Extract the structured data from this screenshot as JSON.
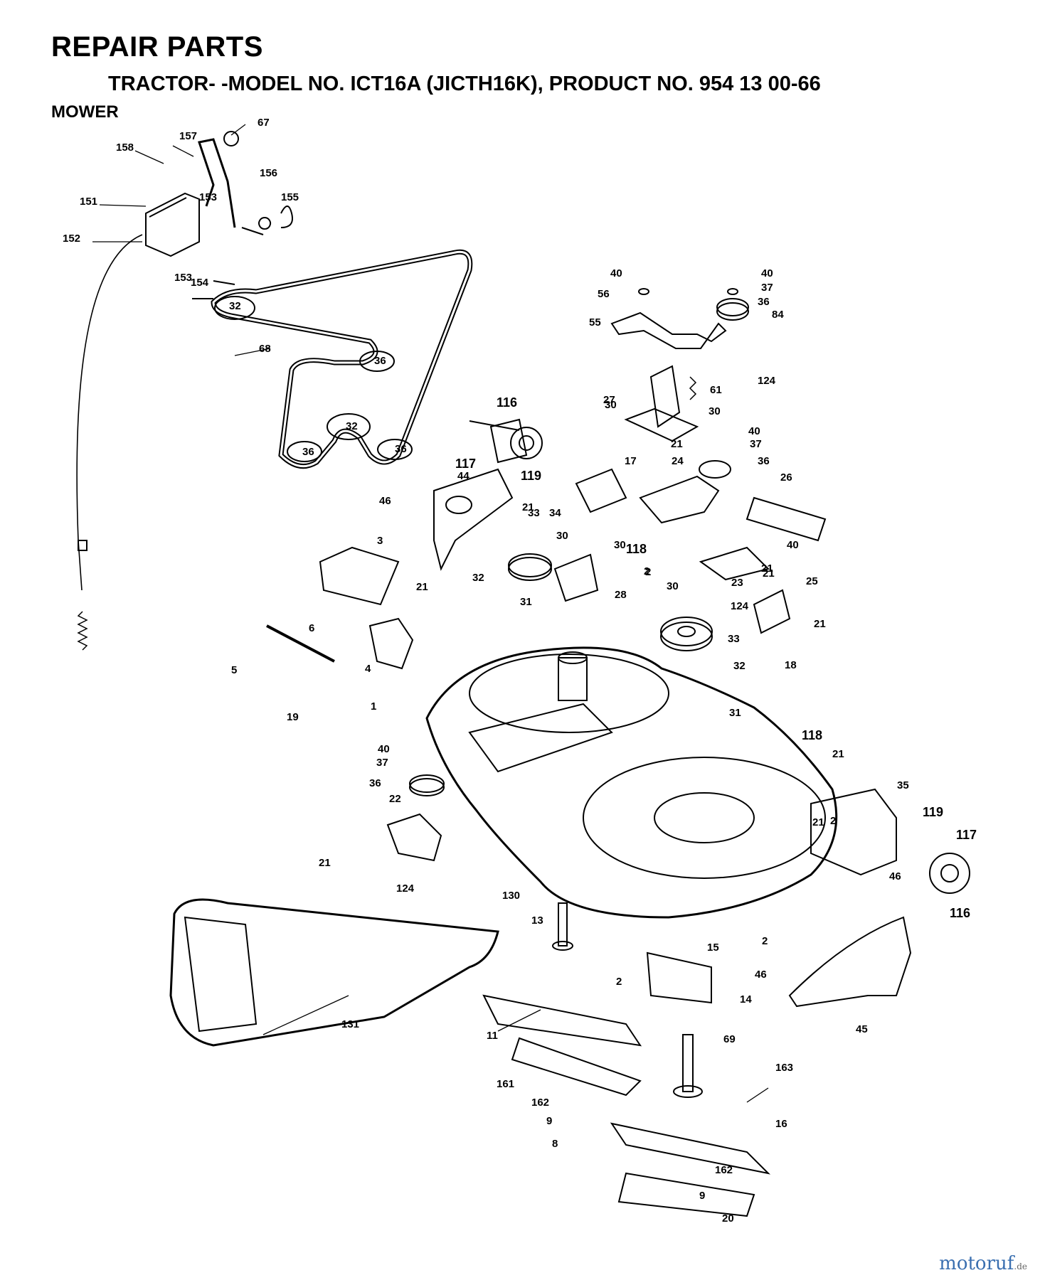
{
  "header": {
    "title": "REPAIR PARTS",
    "subtitle": "TRACTOR- -MODEL NO. ICT16A (JICTH16K), PRODUCT NO. 954 13 00-66",
    "section": "MOWER"
  },
  "watermark": {
    "brand": "motoruf",
    "tld": ".de"
  },
  "callouts": [
    "157",
    "67",
    "158",
    "156",
    "151",
    "153",
    "155",
    "152",
    "153",
    "154",
    "32",
    "68",
    "36",
    "32",
    "36",
    "36",
    "40",
    "40",
    "56",
    "37",
    "36",
    "84",
    "55",
    "124",
    "61",
    "30",
    "27",
    "30",
    "116",
    "40",
    "37",
    "21",
    "17",
    "36",
    "24",
    "26",
    "117",
    "119",
    "46",
    "44",
    "21",
    "34",
    "33",
    "30",
    "30",
    "118",
    "2",
    "40",
    "21",
    "3",
    "21",
    "32",
    "2",
    "23",
    "21",
    "25",
    "28",
    "31",
    "30",
    "124",
    "6",
    "4",
    "33",
    "32",
    "21",
    "5",
    "18",
    "31",
    "19",
    "1",
    "118",
    "21",
    "40",
    "37",
    "36",
    "22",
    "35",
    "21",
    "2",
    "119",
    "117",
    "21",
    "124",
    "130",
    "46",
    "116",
    "13",
    "2",
    "15",
    "2",
    "46",
    "14",
    "131",
    "69",
    "11",
    "163",
    "161",
    "162",
    "16",
    "9",
    "8",
    "162",
    "9",
    "20",
    "45"
  ],
  "colors": {
    "ink": "#000000",
    "paper": "#ffffff",
    "brand": "#3a6fb0"
  }
}
